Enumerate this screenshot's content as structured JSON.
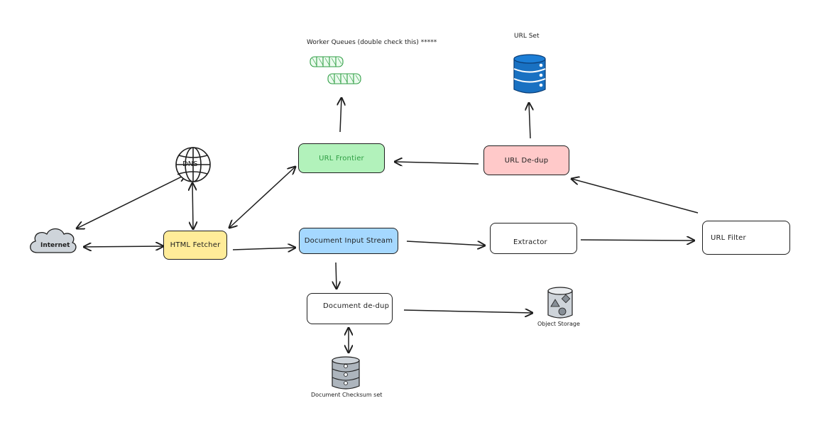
{
  "nodes": {
    "internet": {
      "label": "Internet",
      "color": "#ced4da"
    },
    "dns": {
      "label": "DNS"
    },
    "html_fetcher": {
      "label": "HTML Fetcher",
      "color": "#ffec99"
    },
    "url_frontier": {
      "label": "URL Frontier",
      "color": "#b2f2bb",
      "text_color": "#2f9e44"
    },
    "url_dedup": {
      "label": "URL De-dup",
      "color": "#ffc9c9"
    },
    "document_input_stream": {
      "label": "Document Input Stream",
      "color": "#a5d8ff"
    },
    "extractor": {
      "label": "Extractor"
    },
    "url_filter": {
      "label": "URL Filter"
    },
    "document_dedup": {
      "label": "Document de-dup"
    },
    "object_storage": {
      "label": "Object Storage"
    },
    "document_checksum_set": {
      "label": "Document Checksum set"
    },
    "worker_queues": {
      "label": "Worker Queues (double check this) *****",
      "color": "#2f9e44"
    },
    "url_set": {
      "label": "URL Set",
      "color": "#1971c2"
    }
  },
  "edges": [
    {
      "from": "internet",
      "to": "dns",
      "direction": "both"
    },
    {
      "from": "internet",
      "to": "html_fetcher",
      "direction": "both"
    },
    {
      "from": "dns",
      "to": "html_fetcher",
      "direction": "both"
    },
    {
      "from": "html_fetcher",
      "to": "url_frontier",
      "direction": "both"
    },
    {
      "from": "html_fetcher",
      "to": "document_input_stream",
      "direction": "forward"
    },
    {
      "from": "url_frontier",
      "to": "worker_queues",
      "direction": "forward"
    },
    {
      "from": "url_dedup",
      "to": "url_frontier",
      "direction": "forward"
    },
    {
      "from": "url_dedup",
      "to": "url_set",
      "direction": "forward"
    },
    {
      "from": "url_filter",
      "to": "url_dedup",
      "direction": "forward"
    },
    {
      "from": "document_input_stream",
      "to": "extractor",
      "direction": "forward"
    },
    {
      "from": "extractor",
      "to": "url_filter",
      "direction": "forward"
    },
    {
      "from": "document_input_stream",
      "to": "document_dedup",
      "direction": "forward"
    },
    {
      "from": "document_dedup",
      "to": "object_storage",
      "direction": "forward"
    },
    {
      "from": "document_dedup",
      "to": "document_checksum_set",
      "direction": "both"
    }
  ]
}
